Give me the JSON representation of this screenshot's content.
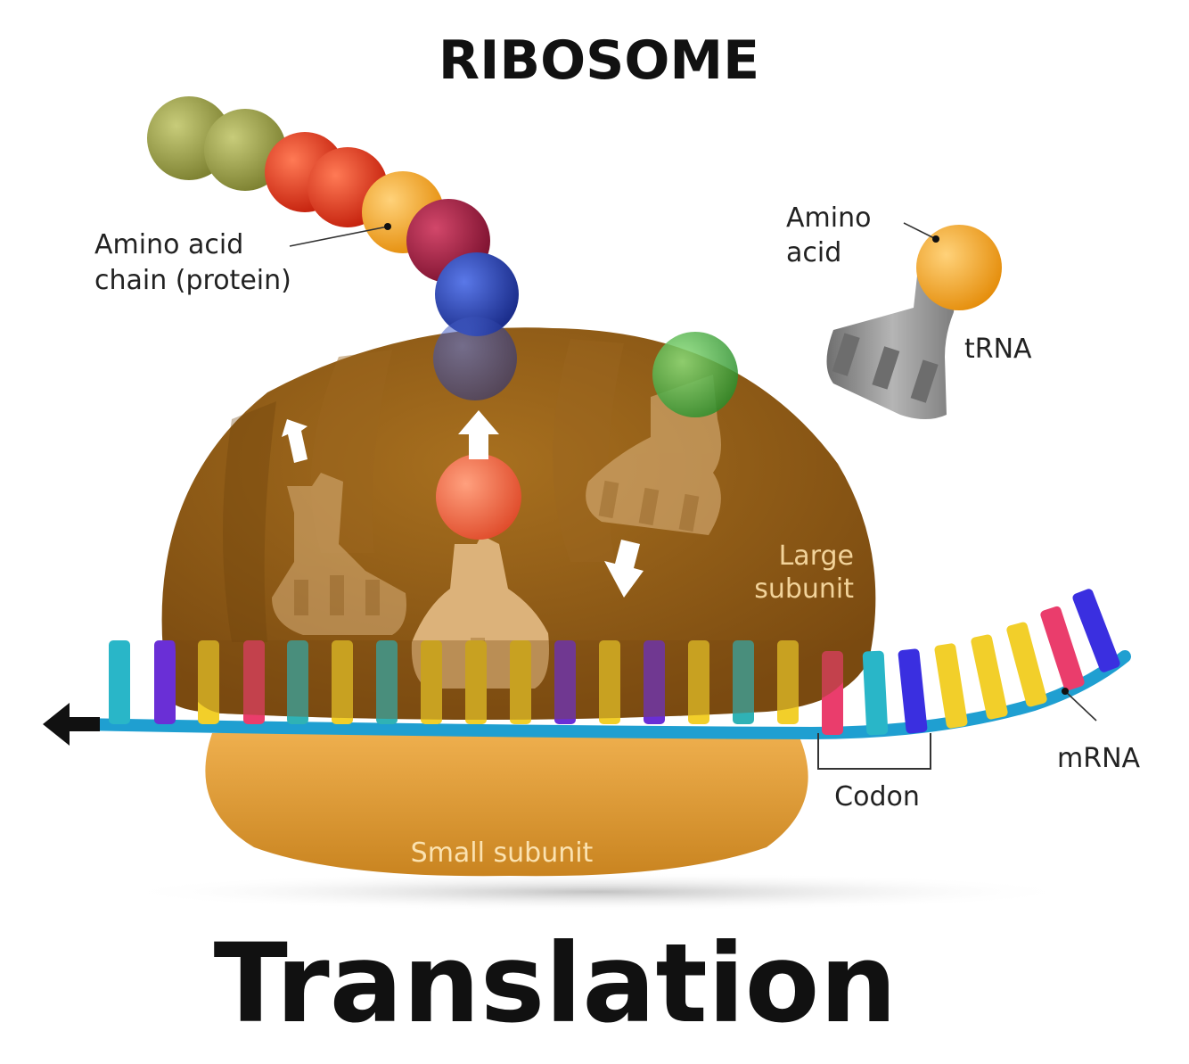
{
  "title": "RIBOSOME",
  "caption": "Translation",
  "labels": {
    "amino_acid_chain_line1": "Amino acid",
    "amino_acid_chain_line2": "chain (protein)",
    "amino_acid_line1": "Amino",
    "amino_acid_line2": "acid",
    "trna": "tRNA",
    "large_subunit_line1": "Large",
    "large_subunit_line2": "subunit",
    "small_subunit": "Small subunit",
    "codon": "Codon",
    "mrna": "mRNA"
  },
  "colors": {
    "large_subunit": "#8f5a16",
    "small_subunit": "#d9952d",
    "mrna_strand": "#1f9fd1",
    "trna_gray": "#8a8a8a",
    "amino_orange": "#f6a623",
    "amino_green_olive": "#9aa04a",
    "amino_red": "#e8391c",
    "amino_maroon": "#a51f42",
    "amino_blue": "#2542b8",
    "amino_green": "#4cb84a",
    "amino_salmon": "#f36a4b"
  },
  "icons": {
    "export_arrow": "arrow-left-icon",
    "exit_arrows": "arrow-up-icon",
    "enter_arrow": "arrow-down-icon"
  }
}
